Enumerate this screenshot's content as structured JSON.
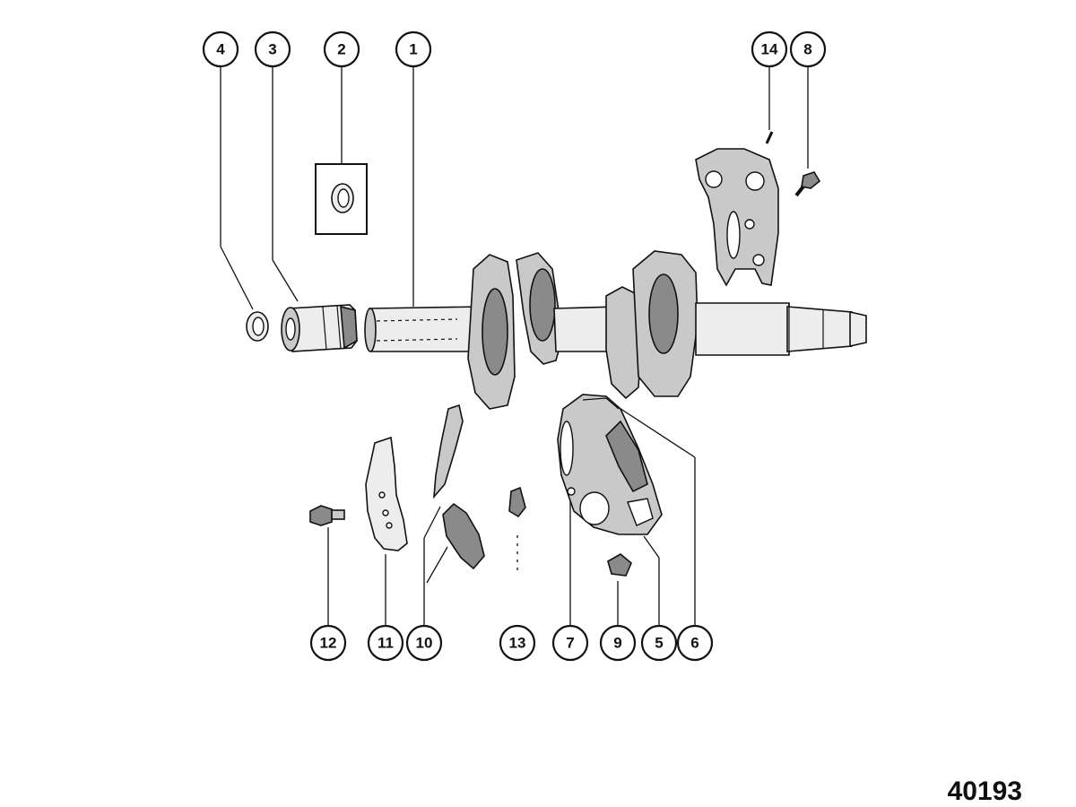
{
  "figure_number": "40193",
  "callouts": {
    "c1": "1",
    "c2": "2",
    "c3": "3",
    "c4": "4",
    "c5": "5",
    "c6": "6",
    "c7": "7",
    "c8": "8",
    "c9": "9",
    "c10": "10",
    "c11": "11",
    "c12": "12",
    "c13": "13",
    "c14": "14"
  }
}
